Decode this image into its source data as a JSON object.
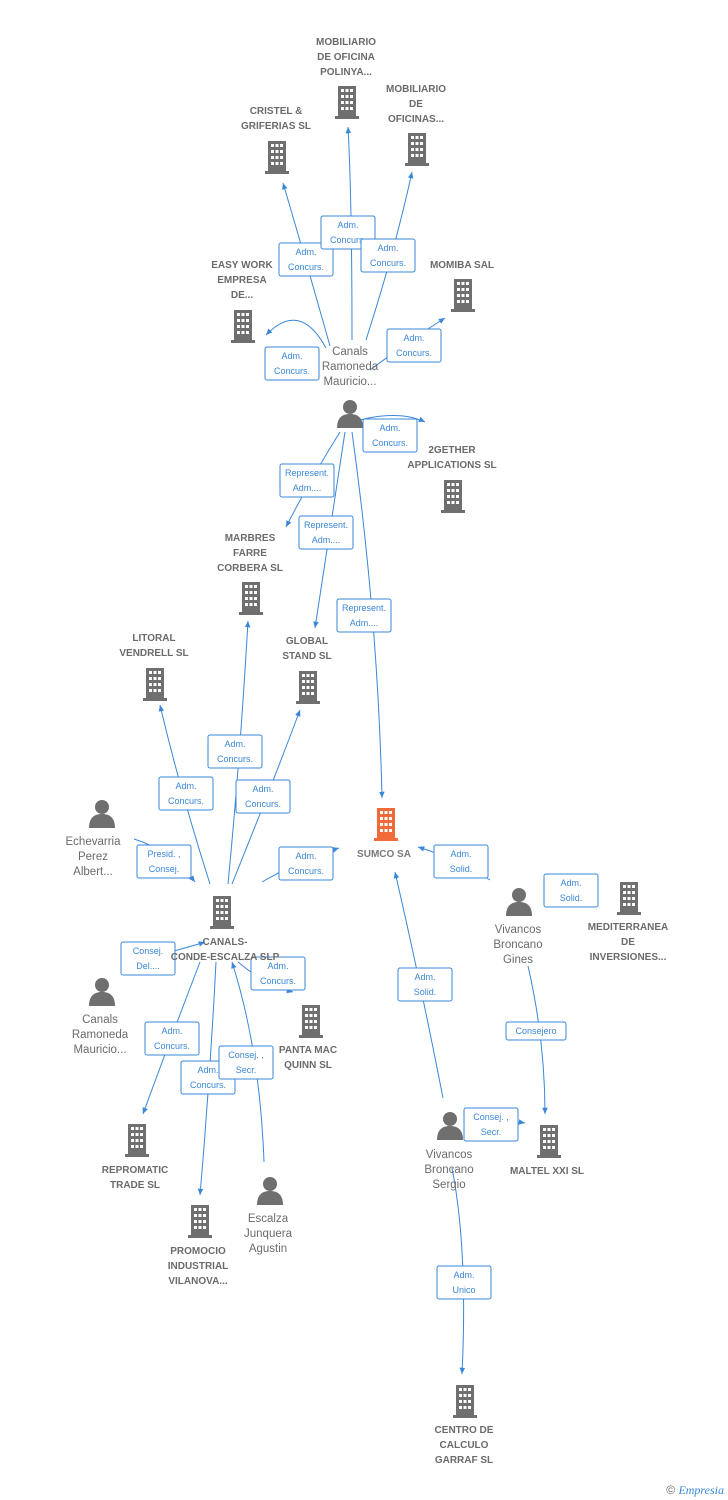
{
  "nodes": [
    {
      "id": "mobiliario_polinya",
      "kind": "company",
      "lines": [
        "MOBILIARIO",
        "DE OFICINA",
        "POLINYA..."
      ]
    },
    {
      "id": "cristel",
      "kind": "company",
      "lines": [
        "CRISTEL &",
        "GRIFERIAS SL"
      ]
    },
    {
      "id": "mobiliario_oficinas",
      "kind": "company",
      "lines": [
        "MOBILIARIO",
        "DE",
        "OFICINAS..."
      ]
    },
    {
      "id": "easywork",
      "kind": "company",
      "lines": [
        "EASY WORK",
        "EMPRESA",
        "DE..."
      ]
    },
    {
      "id": "momiba",
      "kind": "company",
      "lines": [
        "MOMIBA SAL"
      ]
    },
    {
      "id": "canals_top",
      "kind": "person",
      "lines": [
        "Canals",
        "Ramoneda",
        "Mauricio..."
      ]
    },
    {
      "id": "2gether",
      "kind": "company",
      "lines": [
        "2GETHER",
        "APPLICATIONS SL"
      ]
    },
    {
      "id": "marbres",
      "kind": "company",
      "lines": [
        "MARBRES",
        "FARRE",
        "CORBERA SL"
      ]
    },
    {
      "id": "litoral",
      "kind": "company",
      "lines": [
        "LITORAL",
        "VENDRELL  SL"
      ]
    },
    {
      "id": "global",
      "kind": "company",
      "lines": [
        "GLOBAL",
        "STAND SL"
      ]
    },
    {
      "id": "echevarria",
      "kind": "person",
      "lines": [
        "Echevarria",
        "Perez",
        "Albert..."
      ]
    },
    {
      "id": "sumco",
      "kind": "main",
      "lines": [
        "SUMCO SA"
      ]
    },
    {
      "id": "canals_conde",
      "kind": "company",
      "lines": [
        "CANALS-",
        "CONDE-ESCALZA SLP"
      ]
    },
    {
      "id": "vivancos_gines",
      "kind": "person",
      "lines": [
        "Vivancos",
        "Broncano",
        "Gines"
      ]
    },
    {
      "id": "mediterranea",
      "kind": "company",
      "lines": [
        "MEDITERRANEA",
        "DE",
        "INVERSIONES..."
      ]
    },
    {
      "id": "canals_bottom",
      "kind": "person",
      "lines": [
        "Canals",
        "Ramoneda",
        "Mauricio..."
      ]
    },
    {
      "id": "panta",
      "kind": "company",
      "lines": [
        "PANTA MAC",
        "QUINN SL"
      ]
    },
    {
      "id": "repromatic",
      "kind": "company",
      "lines": [
        "REPROMATIC",
        "TRADE SL"
      ]
    },
    {
      "id": "vivancos_sergio",
      "kind": "person",
      "lines": [
        "Vivancos",
        "Broncano",
        "Sergio"
      ]
    },
    {
      "id": "maltel",
      "kind": "company",
      "lines": [
        "MALTEL XXI SL"
      ]
    },
    {
      "id": "escalza",
      "kind": "person",
      "lines": [
        "Escalza",
        "Junquera",
        "Agustin"
      ]
    },
    {
      "id": "promocio",
      "kind": "company",
      "lines": [
        "PROMOCIO",
        "INDUSTRIAL",
        "VILANOVA..."
      ]
    },
    {
      "id": "centro",
      "kind": "company",
      "lines": [
        "CENTRO DE",
        "CALCULO",
        "GARRAF SL"
      ]
    }
  ],
  "edges": [
    {
      "from": "canals_top",
      "to": "cristel",
      "lines": [
        "Adm.",
        "Concurs."
      ]
    },
    {
      "from": "canals_top",
      "to": "mobiliario_polinya",
      "lines": [
        "Adm.",
        "Concurs."
      ]
    },
    {
      "from": "canals_top",
      "to": "mobiliario_oficinas",
      "lines": [
        "Adm.",
        "Concurs."
      ]
    },
    {
      "from": "canals_top",
      "to": "easywork",
      "lines": [
        "Adm.",
        "Concurs."
      ]
    },
    {
      "from": "canals_top",
      "to": "momiba",
      "lines": [
        "Adm.",
        "Concurs."
      ]
    },
    {
      "from": "canals_top",
      "to": "2gether",
      "lines": [
        "Adm.",
        "Concurs."
      ]
    },
    {
      "from": "canals_top",
      "to": "marbres",
      "lines": [
        "Represent.",
        "Adm...."
      ]
    },
    {
      "from": "canals_top",
      "to": "global",
      "lines": [
        "Represent.",
        "Adm...."
      ]
    },
    {
      "from": "canals_top",
      "to": "sumco",
      "lines": [
        "Represent.",
        "Adm...."
      ]
    },
    {
      "from": "canals_conde",
      "to": "litoral",
      "lines": [
        "Adm.",
        "Concurs."
      ]
    },
    {
      "from": "canals_conde",
      "to": "marbres",
      "lines": [
        "Adm.",
        "Concurs."
      ]
    },
    {
      "from": "canals_conde",
      "to": "global",
      "lines": [
        "Adm.",
        "Concurs."
      ]
    },
    {
      "from": "echevarria",
      "to": "canals_conde",
      "lines": [
        "Presid. ,",
        "Consej."
      ]
    },
    {
      "from": "canals_conde",
      "to": "sumco",
      "lines": [
        "Adm.",
        "Concurs."
      ]
    },
    {
      "from": "vivancos_gines",
      "to": "sumco",
      "lines": [
        "Adm.",
        "Solid."
      ]
    },
    {
      "from": "vivancos_gines",
      "to": "mediterranea",
      "lines": [
        "Adm.",
        "Solid."
      ]
    },
    {
      "from": "canals_bottom",
      "to": "canals_conde",
      "lines": [
        "Consej.",
        "Del...."
      ]
    },
    {
      "from": "canals_conde",
      "to": "panta",
      "lines": [
        "Adm.",
        "Concurs."
      ]
    },
    {
      "from": "canals_conde",
      "to": "repromatic",
      "lines": [
        "Adm.",
        "Concurs."
      ]
    },
    {
      "from": "canals_conde",
      "to": "promocio",
      "lines": [
        "Adm.",
        "Concurs."
      ]
    },
    {
      "from": "escalza",
      "to": "canals_conde",
      "lines": [
        "Consej. ,",
        "Secr."
      ]
    },
    {
      "from": "vivancos_sergio",
      "to": "sumco",
      "lines": [
        "Adm.",
        "Solid."
      ]
    },
    {
      "from": "vivancos_gines",
      "to": "maltel",
      "lines": [
        "Consejero"
      ]
    },
    {
      "from": "vivancos_sergio",
      "to": "maltel",
      "lines": [
        "Consej. ,",
        "Secr."
      ]
    },
    {
      "from": "vivancos_sergio",
      "to": "centro",
      "lines": [
        "Adm.",
        "Unico"
      ]
    }
  ],
  "colors": {
    "edge": "#3a87d8",
    "node": "#6f6f6f",
    "main": "#f06a3a",
    "label": "#6b6b6b"
  },
  "watermark": {
    "symbol": "©",
    "brand": "Empresia"
  }
}
